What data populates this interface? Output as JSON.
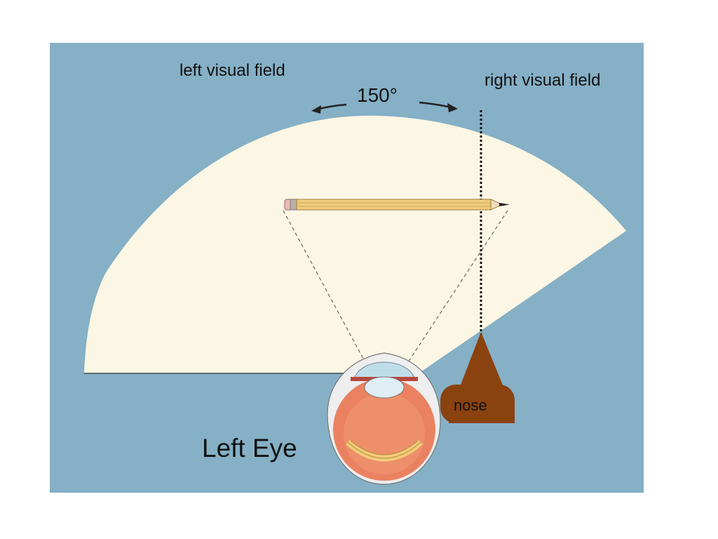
{
  "labels": {
    "left_visual_field": "left visual field",
    "right_visual_field": "right visual field",
    "angle": "150°",
    "nose": "nose",
    "eye": "Left Eye"
  },
  "colors": {
    "background_panel": "#85b0c6",
    "visual_field": "#fcf6e4",
    "nose": "#8a420f",
    "eye_outer": "#eeeeee",
    "eye_globe": "#ea8262",
    "cornea": "#bfdcea",
    "pencil_body": "#f0cd7e",
    "pencil_eraser": "#f0b8b6",
    "retina": "#f2cd7a"
  },
  "icons": {
    "pencil": "pencil-icon",
    "eye": "eye-cross-section-icon",
    "nose": "nose-icon"
  }
}
